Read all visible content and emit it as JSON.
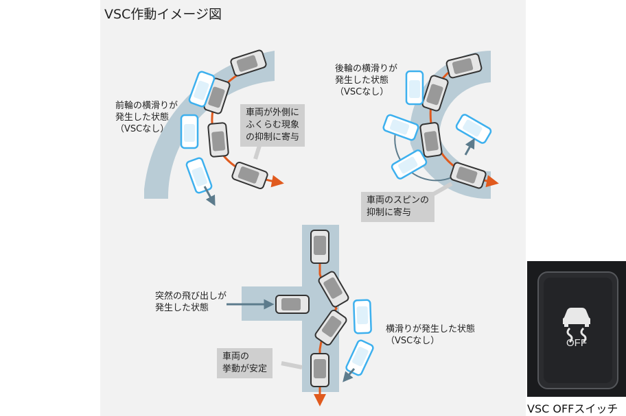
{
  "title": "VSC作動イメージ図",
  "labels": {
    "front_skid": "前輪の横滑りが\n発生した状態\n（VSCなし）",
    "rear_skid": "後輪の横滑りが\n発生した状態\n（VSCなし）",
    "sudden": "突然の飛び出しが\n発生した状態",
    "side_skid": "横滑りが発生した状態\n（VSCなし）"
  },
  "callouts": {
    "outward": "車両が外側に\nふくらむ現象\nの抑制に寄与",
    "spin": "車両のスピンの\n抑制に寄与",
    "stable": "車両の\n挙動が安定"
  },
  "switch": {
    "icon_text": "OFF",
    "caption": "VSC OFFスイッチ"
  },
  "colors": {
    "road": "#b9ccd6",
    "vsc_path": "#e05a1e",
    "skid_car": "#3db0ee",
    "arrow_grey": "#5c7b8c",
    "callout_bg": "#cfcfcf"
  }
}
